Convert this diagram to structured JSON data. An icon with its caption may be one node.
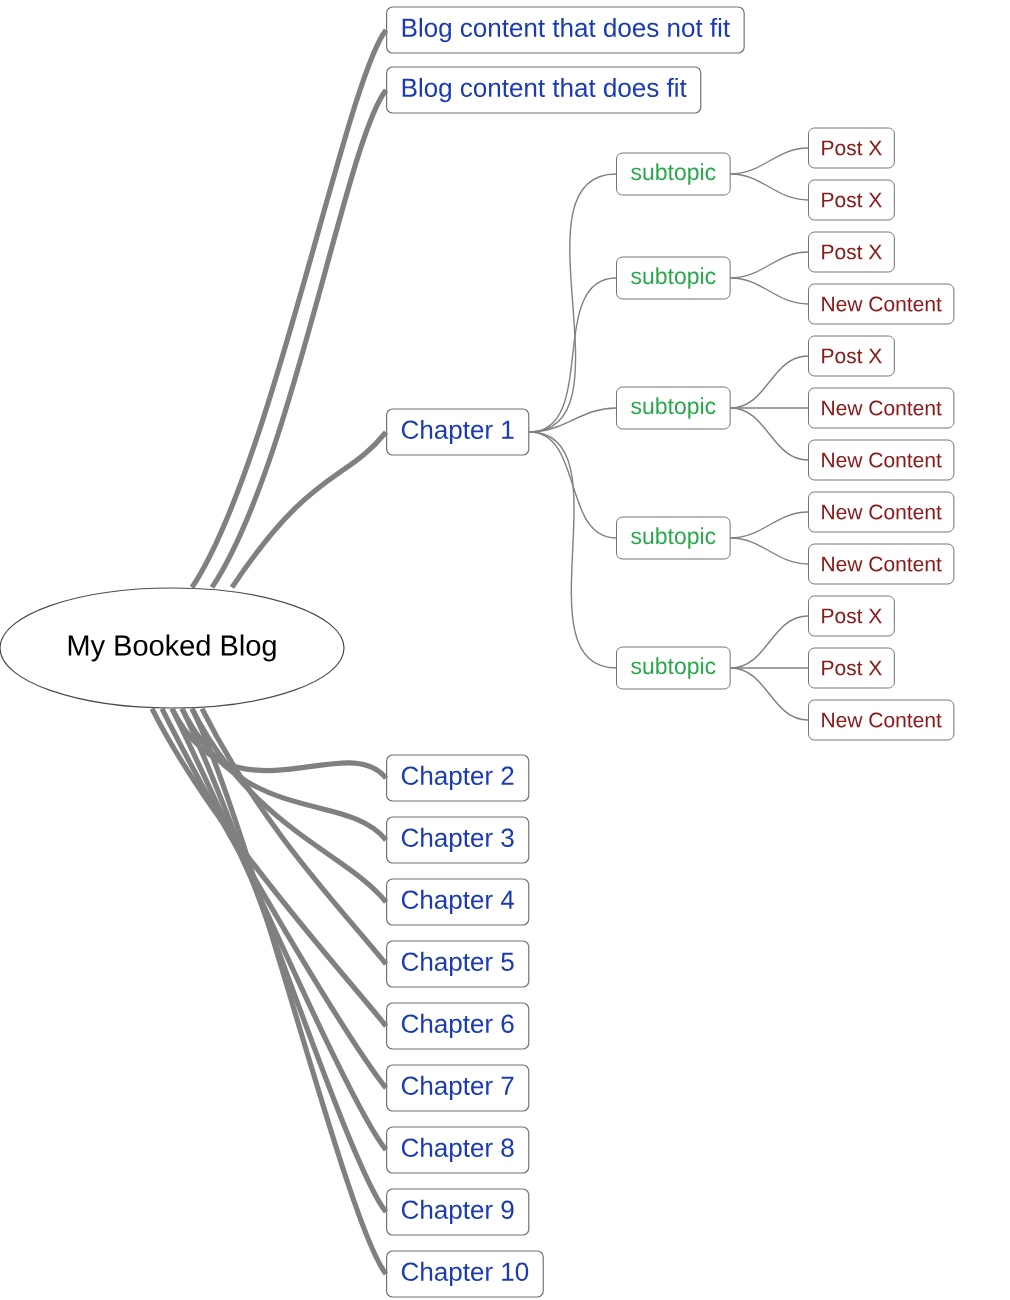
{
  "diagram": {
    "nodes": [
      {
        "text": [
          "My Booked Blog"
        ]
      },
      {
        "text": [
          "Blog content that does not fit"
        ]
      },
      {
        "text": [
          "Blog content that does fit"
        ]
      },
      {
        "text": [
          "Chapter 1"
        ]
      },
      {
        "text": [
          "subtopic"
        ]
      },
      {
        "text": [
          "Post X"
        ]
      },
      {
        "text": [
          "Post X"
        ]
      },
      {
        "text": [
          "subtopic"
        ]
      },
      {
        "text": [
          "Post X"
        ]
      },
      {
        "text": [
          "New Content"
        ]
      },
      {
        "text": [
          "subtopic"
        ]
      },
      {
        "text": [
          "Post X"
        ]
      },
      {
        "text": [
          "New Content"
        ]
      },
      {
        "text": [
          "New Content"
        ]
      },
      {
        "text": [
          "subtopic"
        ]
      },
      {
        "text": [
          "New Content"
        ]
      },
      {
        "text": [
          "New Content"
        ]
      },
      {
        "text": [
          "subtopic"
        ]
      },
      {
        "text": [
          "Post X"
        ]
      },
      {
        "text": [
          "Post X"
        ]
      },
      {
        "text": [
          "New Content"
        ]
      },
      {
        "text": [
          "Chapter 2"
        ]
      },
      {
        "text": [
          "Chapter 3"
        ]
      },
      {
        "text": [
          "Chapter 4"
        ]
      },
      {
        "text": [
          "Chapter 5"
        ]
      },
      {
        "text": [
          "Chapter 6"
        ]
      },
      {
        "text": [
          "Chapter 7"
        ]
      },
      {
        "text": [
          "Chapter 8"
        ]
      },
      {
        "text": [
          "Chapter 9"
        ]
      },
      {
        "text": [
          "Chapter 10"
        ]
      }
    ],
    "edges": [
      {
        "from": 0,
        "to": 1,
        "arrow": "none",
        "style": "thick"
      },
      {
        "from": 0,
        "to": 2,
        "arrow": "none",
        "style": "thick"
      },
      {
        "from": 0,
        "to": 3,
        "arrow": "none",
        "style": "thick"
      },
      {
        "from": 3,
        "to": 4,
        "arrow": "none"
      },
      {
        "from": 4,
        "to": 5,
        "arrow": "none"
      },
      {
        "from": 4,
        "to": 6,
        "arrow": "none"
      },
      {
        "from": 3,
        "to": 7,
        "arrow": "none"
      },
      {
        "from": 7,
        "to": 8,
        "arrow": "none"
      },
      {
        "from": 7,
        "to": 9,
        "arrow": "none"
      },
      {
        "from": 3,
        "to": 10,
        "arrow": "none"
      },
      {
        "from": 10,
        "to": 11,
        "arrow": "none"
      },
      {
        "from": 10,
        "to": 12,
        "arrow": "none"
      },
      {
        "from": 10,
        "to": 13,
        "arrow": "none"
      },
      {
        "from": 3,
        "to": 14,
        "arrow": "none"
      },
      {
        "from": 14,
        "to": 15,
        "arrow": "none"
      },
      {
        "from": 14,
        "to": 16,
        "arrow": "none"
      },
      {
        "from": 3,
        "to": 17,
        "arrow": "none"
      },
      {
        "from": 17,
        "to": 18,
        "arrow": "none"
      },
      {
        "from": 17,
        "to": 19,
        "arrow": "none"
      },
      {
        "from": 17,
        "to": 20,
        "arrow": "none"
      },
      {
        "from": 0,
        "to": 21,
        "arrow": "none",
        "style": "thick"
      },
      {
        "from": 0,
        "to": 22,
        "arrow": "none",
        "style": "thick"
      },
      {
        "from": 0,
        "to": 23,
        "arrow": "none",
        "style": "thick"
      },
      {
        "from": 0,
        "to": 24,
        "arrow": "none",
        "style": "thick"
      },
      {
        "from": 0,
        "to": 25,
        "arrow": "none",
        "style": "thick"
      },
      {
        "from": 0,
        "to": 26,
        "arrow": "none",
        "style": "thick"
      },
      {
        "from": 0,
        "to": 27,
        "arrow": "none",
        "style": "thick"
      },
      {
        "from": 0,
        "to": 28,
        "arrow": "none",
        "style": "thick"
      },
      {
        "from": 0,
        "to": 29,
        "arrow": "none",
        "style": "thick"
      }
    ]
  }
}
